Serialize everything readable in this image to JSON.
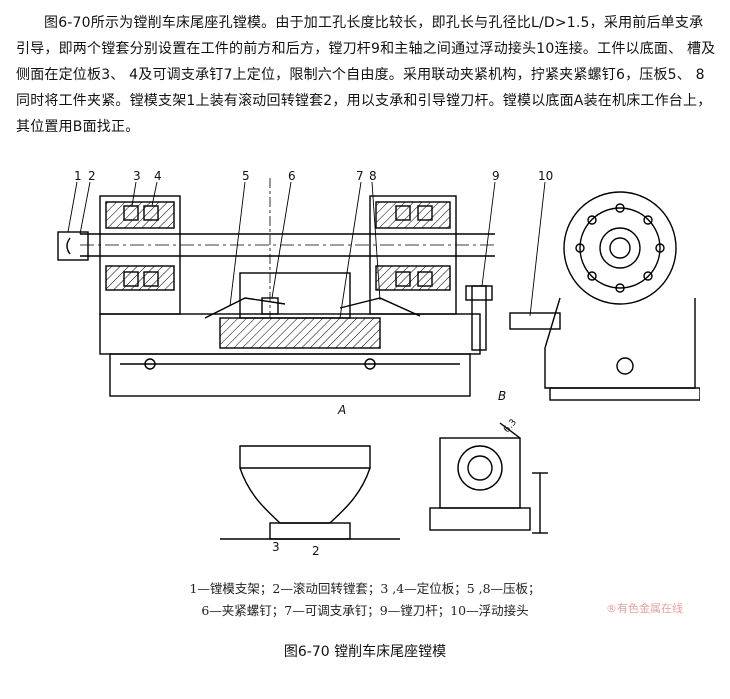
{
  "paragraph": "图6-70所示为镗削车床尾座孔镗模。由于加工孔长度比较长，即孔长与孔径比L/D>1.5，采用前后单支承引导，即两个镗套分别设置在工件的前方和后方，镗刀杆9和主轴之间通过浮动接头10连接。工件以底面、 槽及侧面在定位板3、 4及可调支承钉7上定位，限制六个自由度。采用联动夹紧机构，拧紧夹紧螺钉6，压板5、 8同时将工件夹紧。镗模支架1上装有滚动回转镗套2，用以支承和引导镗刀杆。镗模以底面A装在机床工作台上，其位置用B面找正。",
  "drawing": {
    "part_labels": [
      "1",
      "2",
      "3",
      "4",
      "5",
      "6",
      "7",
      "8",
      "9",
      "10"
    ],
    "face_labels": [
      "A",
      "B"
    ],
    "bottom_labels": [
      "3",
      "2"
    ],
    "roughness": "6.3"
  },
  "legend": {
    "line1": "1—镗模支架；2—滚动回转镗套；3 ,4—定位板；5 ,8—压板；",
    "line2": "6—夹紧螺钉；7—可调支承钉；9—镗刀杆；10—浮动接头"
  },
  "watermark": "®有色金属在线",
  "caption": "图6-70  镗削车床尾座镗模"
}
